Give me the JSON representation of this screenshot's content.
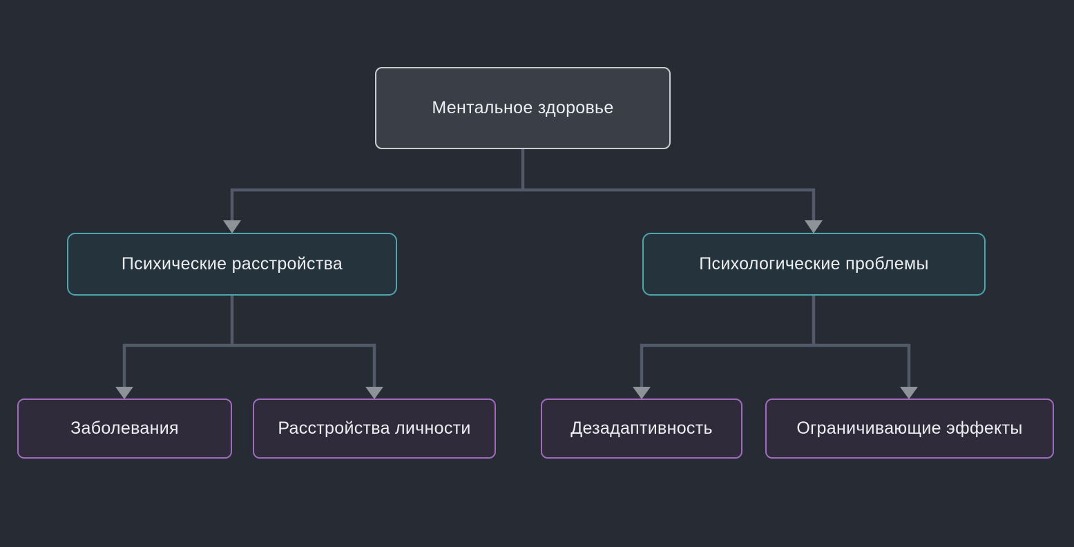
{
  "diagram": {
    "root": {
      "label": "Ментальное здоровье"
    },
    "branches": [
      {
        "label": "Психические расстройства",
        "children": [
          {
            "label": "Заболевания"
          },
          {
            "label": "Расстройства личности"
          }
        ]
      },
      {
        "label": "Психологические проблемы",
        "children": [
          {
            "label": "Дезадаптивность"
          },
          {
            "label": "Ограничивающие эффекты"
          }
        ]
      }
    ],
    "colors": {
      "background": "#272b33",
      "root_fill": "#3a3e46",
      "root_border": "#c9cdd3",
      "branch_fill": "#25333c",
      "branch_border": "#4ea6ad",
      "leaf_fill": "#2f2b3a",
      "leaf_border": "#9f6bbe",
      "connector": "#525a69",
      "arrowhead": "#8f9398",
      "text": "#eceef1"
    }
  }
}
